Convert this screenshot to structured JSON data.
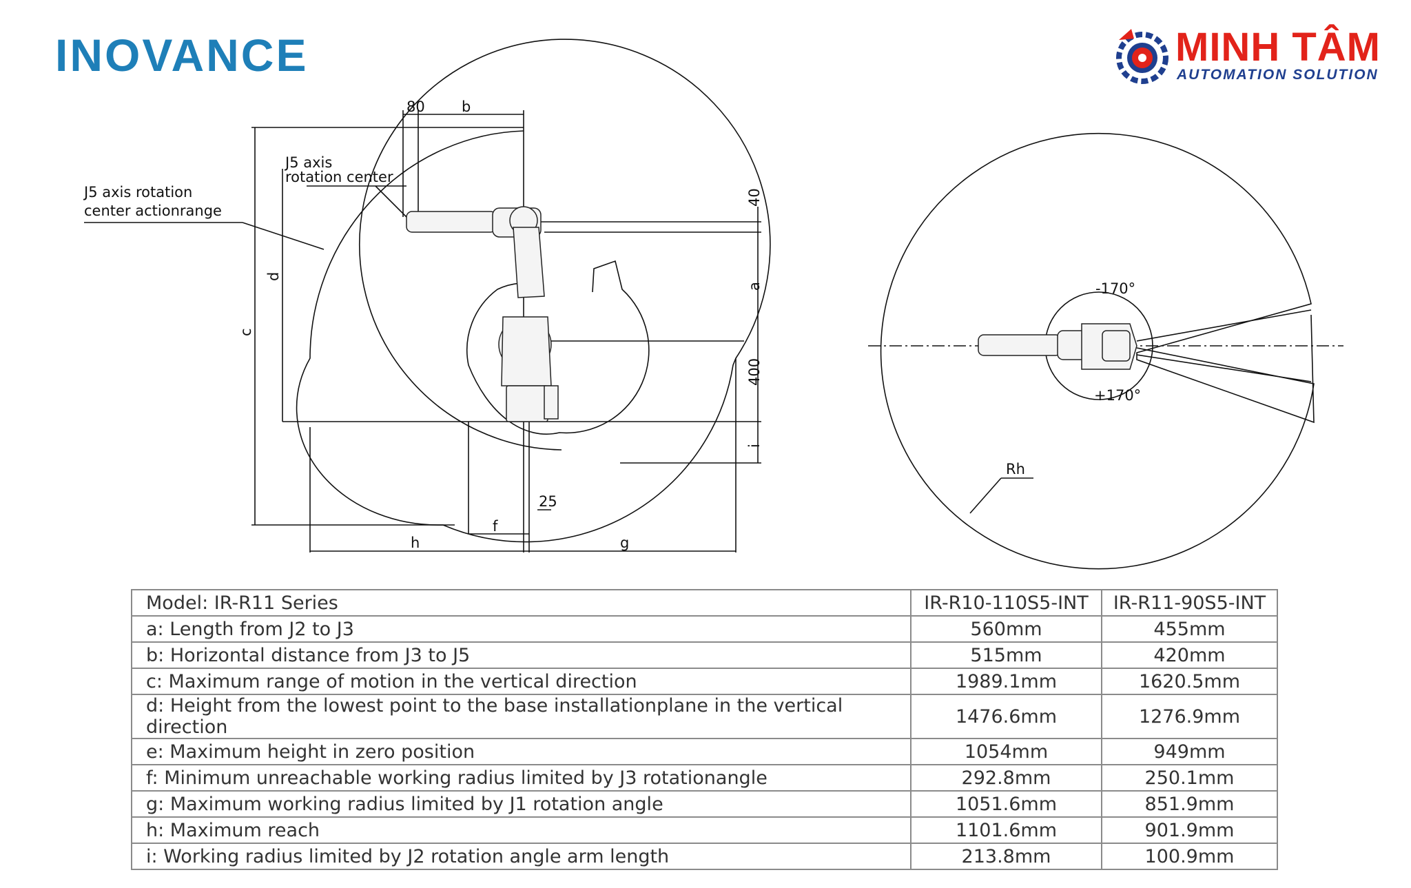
{
  "brand": {
    "left_logo": "INOVANCE",
    "right_logo_name": "MINH TÂM",
    "right_logo_tagline": "AUTOMATION SOLUTION"
  },
  "colors": {
    "inovance_blue": "#1e7fb8",
    "minh_tam_red": "#e2231a",
    "minh_tam_blue": "#1f3f8f",
    "line": "#111111",
    "table_border": "#8a8a8a"
  },
  "side_view": {
    "labels": {
      "j5_range": [
        "J5 axis rotation",
        "center actionrange"
      ],
      "j5_center": [
        "J5 axis",
        "rotation center"
      ],
      "dim_80": "80",
      "dim_b": "b",
      "dim_40": "40",
      "dim_a": "a",
      "dim_400": "400",
      "dim_i": "i",
      "dim_c": "c",
      "dim_d": "d",
      "dim_25": "25",
      "dim_f": "f",
      "dim_h": "h",
      "dim_g": "g"
    }
  },
  "top_view": {
    "angle_neg": "-170°",
    "angle_pos": "+170°",
    "radius": "Rh"
  },
  "table": {
    "header": [
      "Model: IR-R11 Series",
      "IR-R10-110S5-INT",
      "IR-R11-90S5-INT"
    ],
    "rows": [
      [
        "a: Length from J2 to J3",
        "560mm",
        "455mm"
      ],
      [
        "b: Horizontal distance from J3 to J5",
        "515mm",
        "420mm"
      ],
      [
        "c: Maximum range of motion in the vertical direction",
        "1989.1mm",
        "1620.5mm"
      ],
      [
        "d: Height from the lowest point to the base installationplane in the vertical direction",
        "1476.6mm",
        "1276.9mm"
      ],
      [
        "e: Maximum height in zero position",
        "1054mm",
        "949mm"
      ],
      [
        "f: Minimum unreachable working radius limited by J3 rotationangle",
        "292.8mm",
        "250.1mm"
      ],
      [
        "g: Maximum working radius limited by J1 rotation angle",
        "1051.6mm",
        "851.9mm"
      ],
      [
        "h: Maximum reach",
        "1101.6mm",
        "901.9mm"
      ],
      [
        "i: Working radius limited by J2 rotation angle arm length",
        "213.8mm",
        "100.9mm"
      ]
    ]
  }
}
